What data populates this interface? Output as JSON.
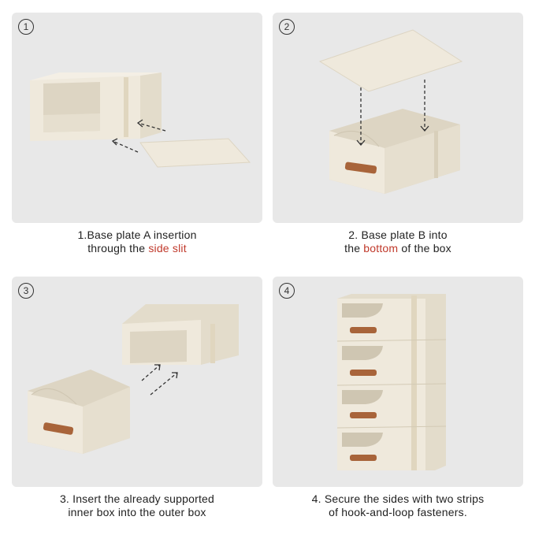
{
  "steps": [
    {
      "number": "1",
      "line1": "1.Base plate A insertion",
      "line2_pre": "through the ",
      "line2_highlight": "side slit",
      "line2_post": ""
    },
    {
      "number": "2",
      "line1": "2. Base plate B into",
      "line2_pre": "the ",
      "line2_highlight": "bottom",
      "line2_post": " of the box"
    },
    {
      "number": "3",
      "line1": "3. Insert the already supported",
      "line2_pre": "inner box into the outer box",
      "line2_highlight": "",
      "line2_post": ""
    },
    {
      "number": "4",
      "line1": "4. Secure the sides with two strips",
      "line2_pre": "of hook-and-loop fasteners.",
      "line2_highlight": "",
      "line2_post": ""
    }
  ],
  "colors": {
    "panel_bg": "#e8e8e8",
    "fabric": "#efe9dc",
    "fabric_shade": "#ddd5c3",
    "fabric_dark": "#cfc6b2",
    "handle": "#a8643a",
    "highlight": "#c0392b"
  }
}
